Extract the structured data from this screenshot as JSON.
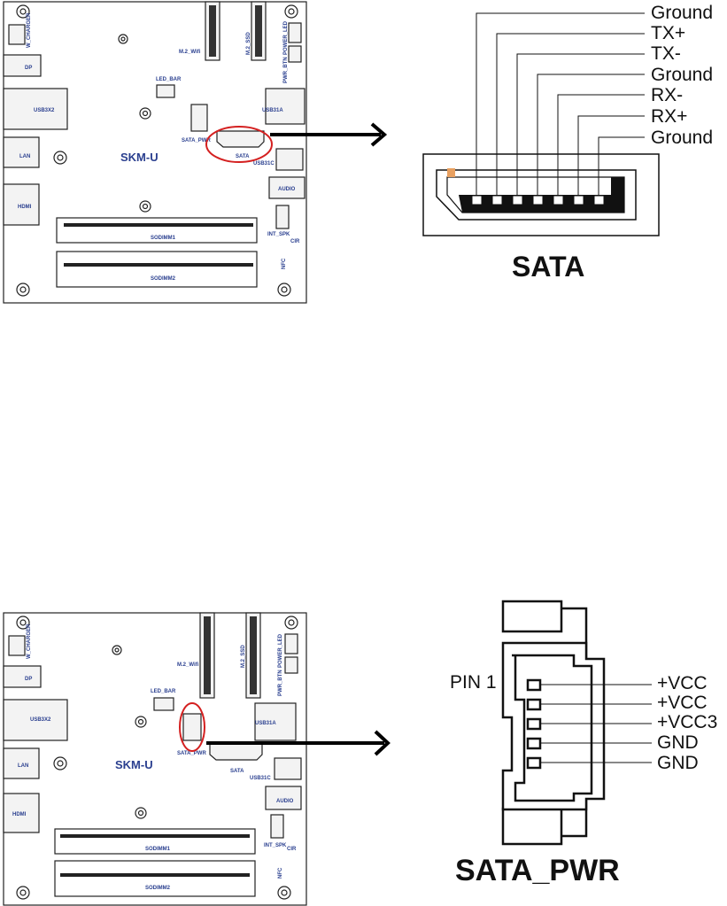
{
  "boards": [
    {
      "board_name": "SKM-U",
      "labels": {
        "w_charger": "W_CHARGER",
        "dp": "DP",
        "usb3x2": "USB3X2",
        "lan": "LAN",
        "hdmi": "HDMI",
        "m2_wifi": "M.2_Wifi",
        "m2_ssd": "M.2_SSD",
        "power_led": "POWER_LED",
        "pwr_btn": "PWR_BTN",
        "led_bar": "LED_BAR",
        "usb31a": "USB31A",
        "sata_pwr": "SATA_PWR",
        "sata": "SATA",
        "usb31c": "USB31C",
        "audio": "AUDIO",
        "int_spk": "INT_SPK",
        "cir": "CIR",
        "nfc": "NFC",
        "sodimm1": "SODIMM1",
        "sodimm2": "SODIMM2"
      }
    },
    {
      "board_name": "SKM-U",
      "labels": {
        "w_charger": "W_CHARGER",
        "dp": "DP",
        "usb3x2": "USB3X2",
        "lan": "LAN",
        "hdmi": "HDMI",
        "m2_wifi": "M.2_Wifi",
        "m2_ssd": "M.2_SSD",
        "power_led": "POWER_LED",
        "pwr_btn": "PWR_BTN",
        "led_bar": "LED_BAR",
        "usb31a": "USB31A",
        "sata_pwr": "SATA_PWR",
        "sata": "SATA",
        "usb31c": "USB31C",
        "audio": "AUDIO",
        "int_spk": "INT_SPK",
        "cir": "CIR",
        "nfc": "NFC",
        "sodimm1": "SODIMM1",
        "sodimm2": "SODIMM2"
      }
    }
  ],
  "sata_connector": {
    "title": "SATA",
    "pins": [
      "Ground",
      "TX+",
      "TX-",
      "Ground",
      "RX-",
      "RX+",
      "Ground"
    ]
  },
  "sata_pwr_connector": {
    "title": "SATA_PWR",
    "pin1_label": "PIN 1",
    "pins": [
      "+VCC",
      "+VCC",
      "+VCC3",
      "GND",
      "GND"
    ]
  },
  "colors": {
    "highlight": "#d42020",
    "label": "#2a3f8f",
    "pin1_marker": "#e8a060"
  }
}
